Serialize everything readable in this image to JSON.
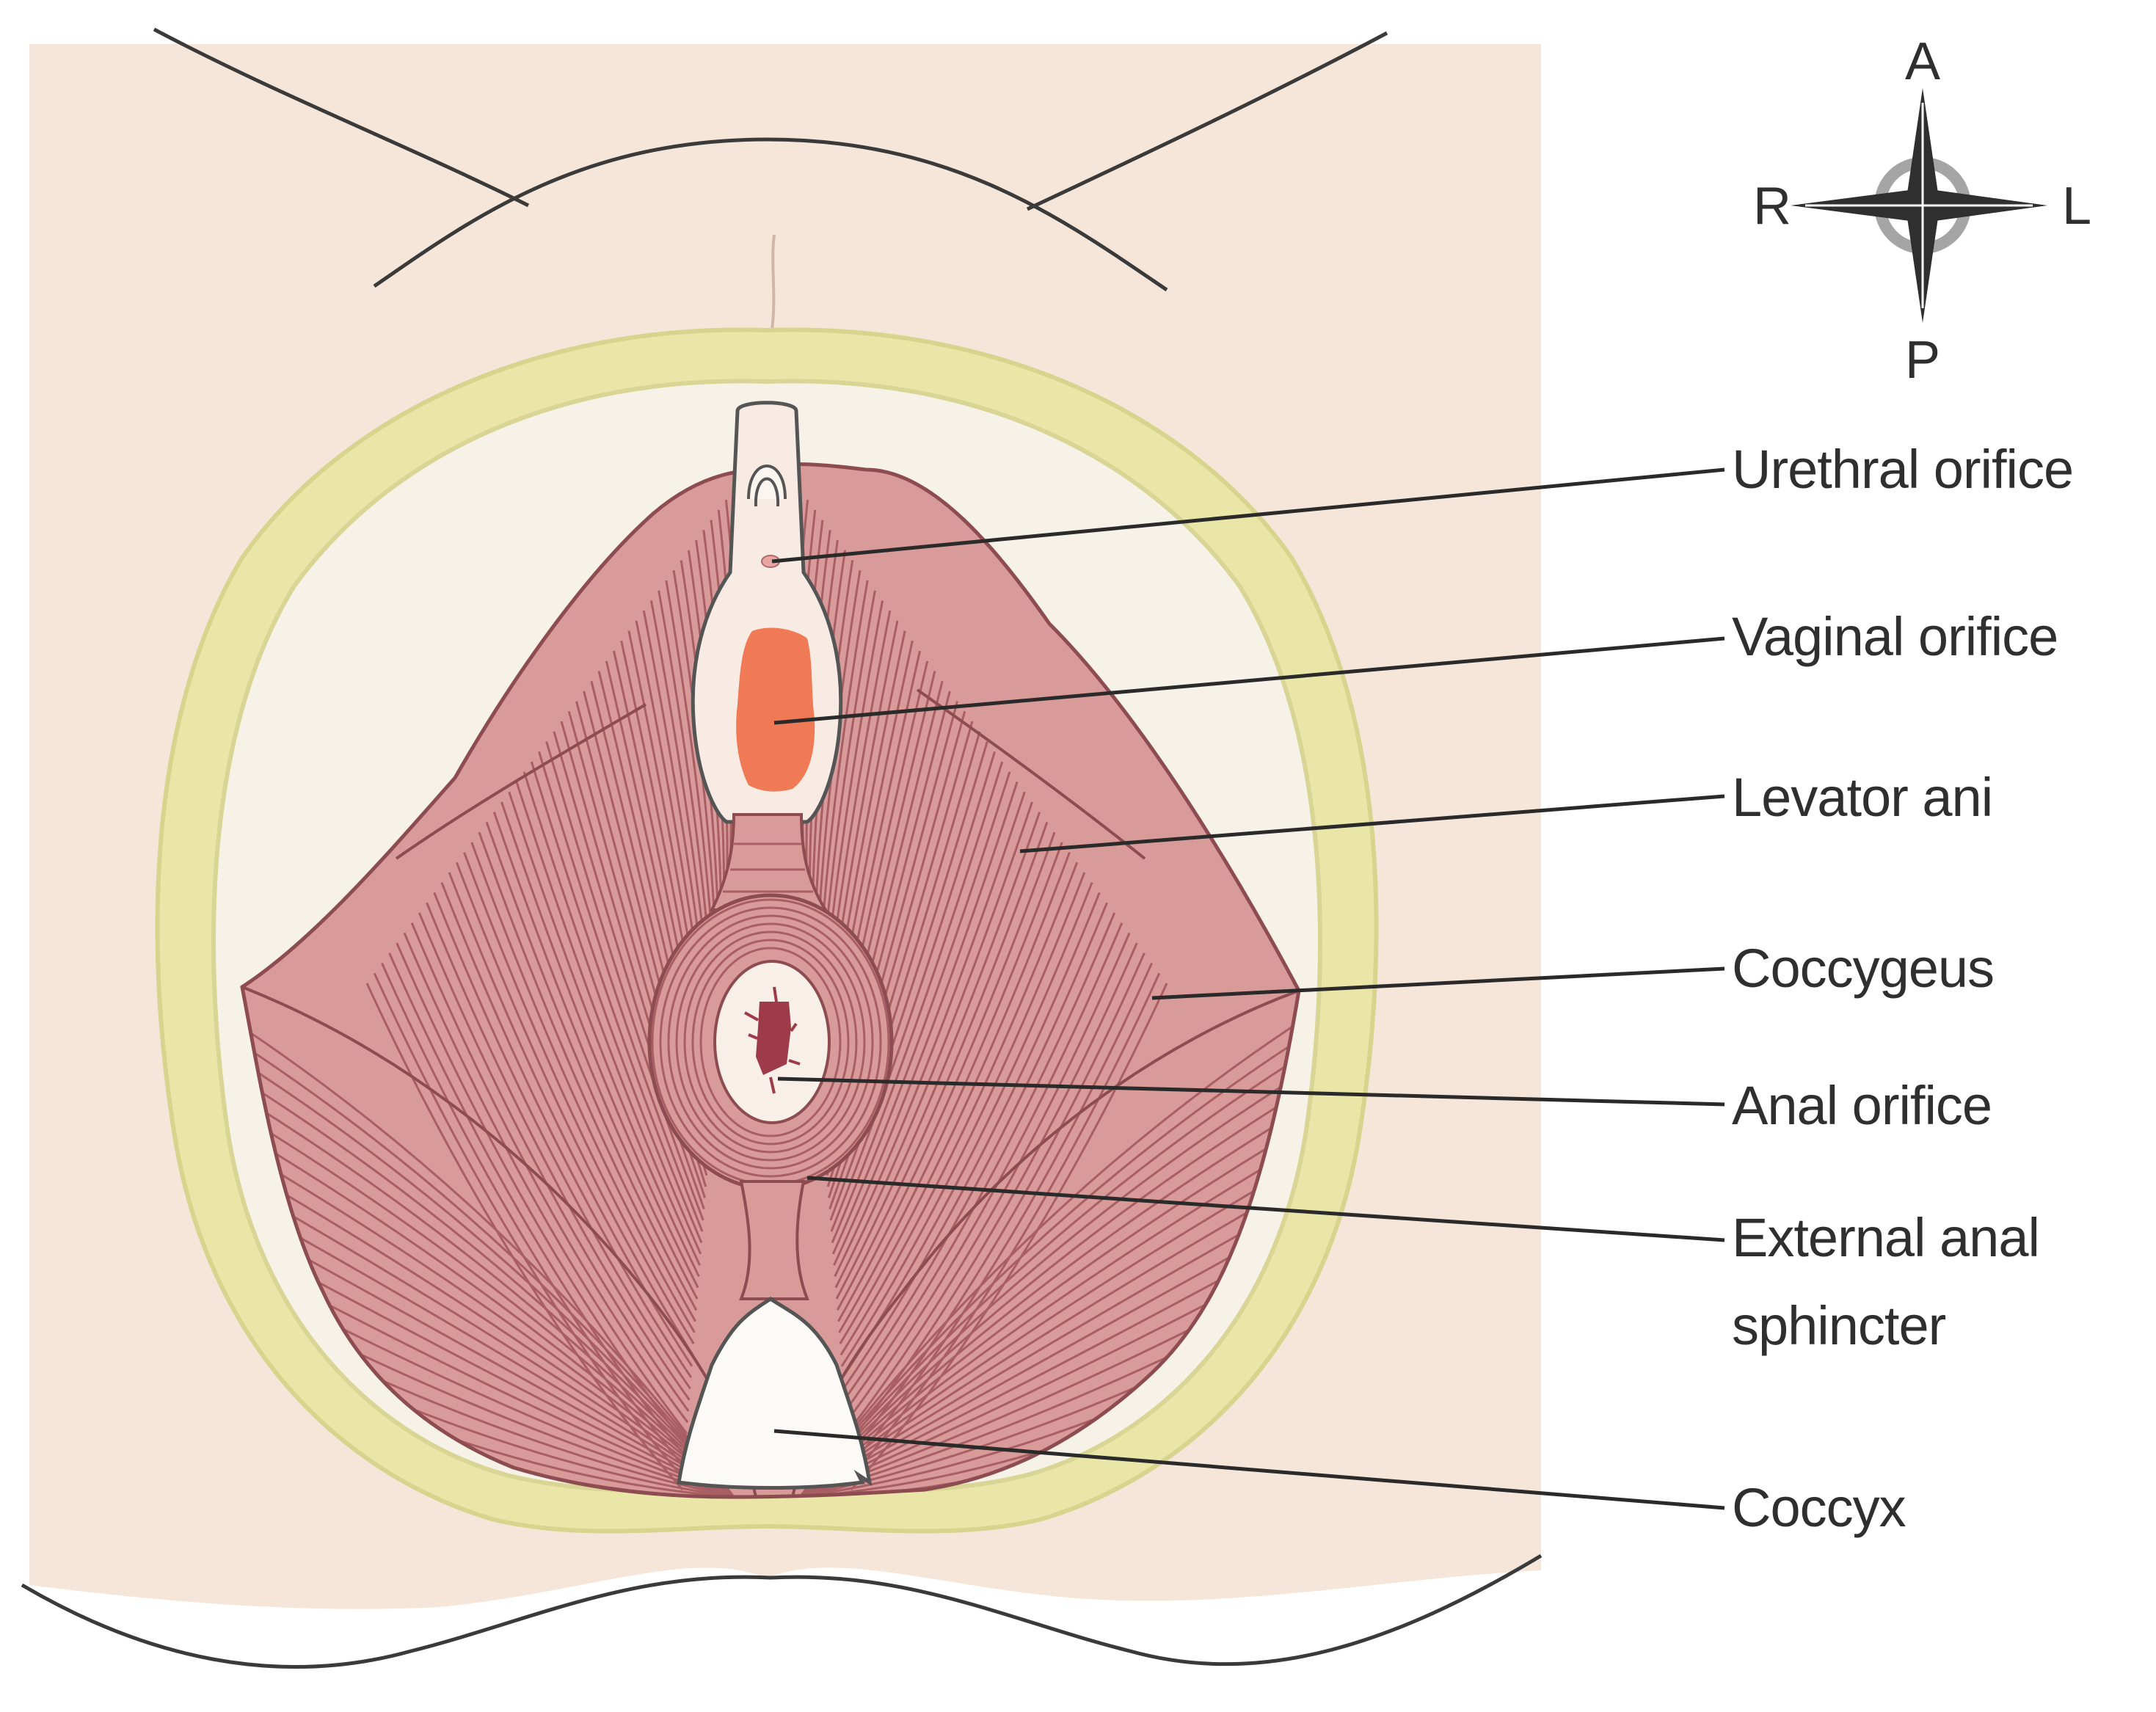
{
  "compass": {
    "anterior": "A",
    "posterior": "P",
    "right": "R",
    "left": "L"
  },
  "labels": {
    "urethral_orifice": "Urethral orifice",
    "vaginal_orifice": "Vaginal orifice",
    "levator_ani": "Levator ani",
    "coccygeus": "Coccygeus",
    "anal_orifice": "Anal orifice",
    "external_anal_sphincter_line1": "External anal",
    "external_anal_sphincter_line2": "sphincter",
    "coccyx": "Coccyx"
  },
  "colors": {
    "skin": "#f6e6da",
    "skin_outline": "#3a3a3a",
    "fat_layer": "#e9e6a8",
    "fat_inner": "#f7f2e8",
    "muscle": "#d99a9a",
    "muscle_fiber": "#a85e62",
    "muscle_outline": "#8d4c50",
    "vaginal_orifice": "#ef7a55",
    "anal_orifice": "#9d3b4a",
    "bone": "#fbfaf6",
    "leader_line": "#2a2a2a"
  }
}
